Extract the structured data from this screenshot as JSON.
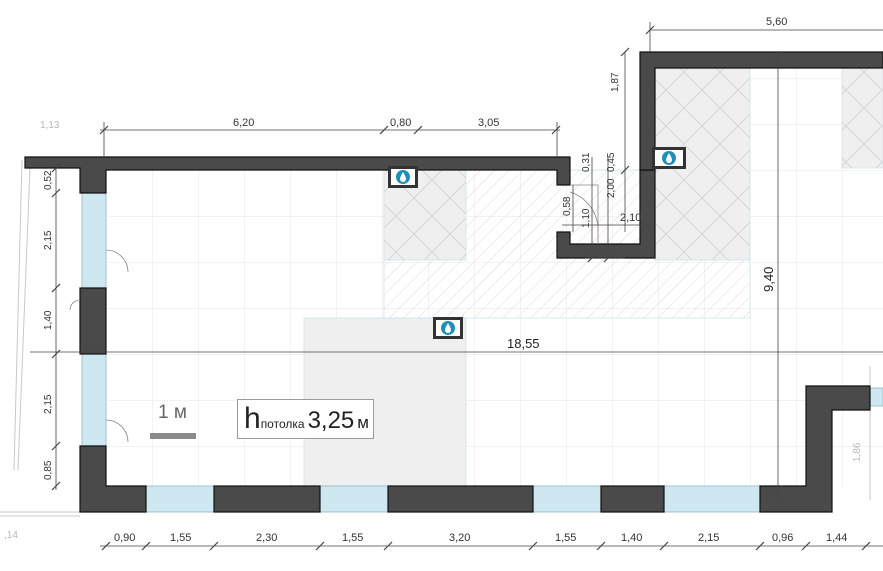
{
  "dimensions": {
    "top_right_width": "5,60",
    "top_left_faint": "1,13",
    "top_segment_1": "6,20",
    "top_segment_2": "0,80",
    "top_segment_3": "3,05",
    "niche_height": "1,87",
    "corridor_0_31": "0,31",
    "corridor_0_45": "0,45",
    "corridor_2_00": "2,00",
    "corridor_1_10": "1,10",
    "corridor_0_58": "0,58",
    "corridor_2_10": "2,10",
    "right_height": "9,40",
    "total_length": "18,55",
    "left_1": "0,52",
    "left_2": "2,15",
    "left_3": "1,40",
    "left_4": "2,15",
    "left_5": "0,85",
    "right_faint": "1,86",
    "bottom_left_faint": ",14",
    "bottom": [
      "0,90",
      "1,55",
      "2,30",
      "1,55",
      "3,20",
      "1,55",
      "1,40",
      "2,15",
      "0,96",
      "1,44"
    ]
  },
  "scale": {
    "label": "1 м"
  },
  "ceiling": {
    "h": "h",
    "sub": "потолка",
    "value": "3,25",
    "unit": "м"
  },
  "icons": [
    "water-drop-icon",
    "water-drop-icon",
    "water-drop-icon"
  ],
  "colors": {
    "wall": "#4a4a4a",
    "window": "#cfe7f0",
    "floor_tile": "#efefef",
    "grid": "#e4e4e4"
  }
}
